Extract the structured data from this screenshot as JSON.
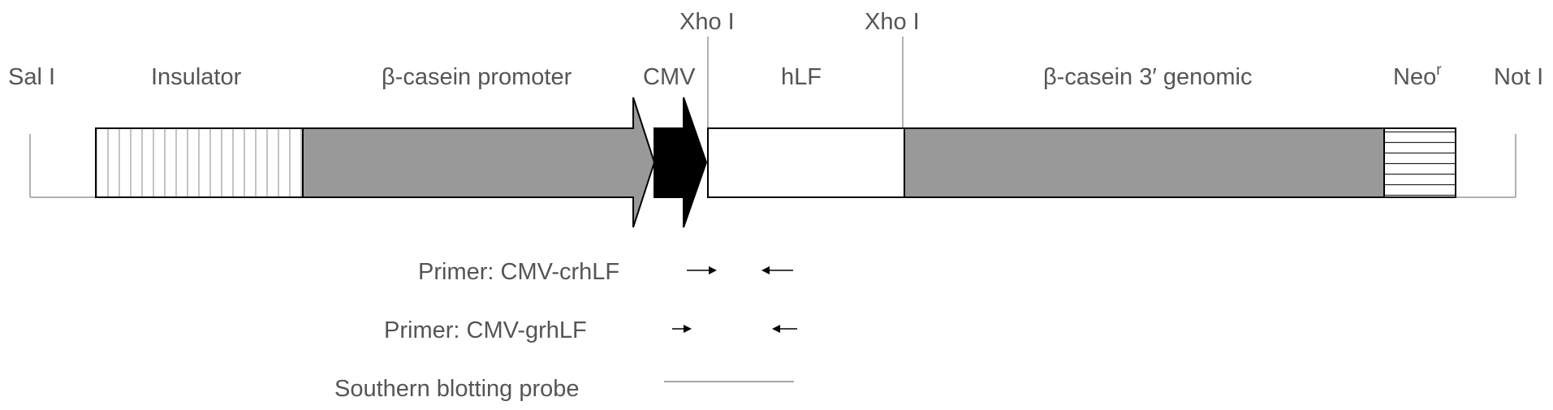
{
  "sites": {
    "sal": "Sal I",
    "not": "Not I",
    "xho_left": "Xho I",
    "xho_right": "Xho I"
  },
  "segments": {
    "insulator": "Insulator",
    "promoter": "β-casein promoter",
    "cmv": "CMV",
    "hlf": "hLF",
    "genomic": "β-casein 3′ genomic",
    "neo": "Neo",
    "neo_superscript": "r"
  },
  "primers": {
    "crhlf": "Primer: CMV-crhLF",
    "grhlf": "Primer: CMV-grhLF"
  },
  "probe": {
    "label": "Southern blotting probe"
  },
  "colors": {
    "gray_fill": "#999999",
    "black_fill": "#000000",
    "outline": "#000000",
    "text": "#555555",
    "thin_line": "#999999"
  }
}
